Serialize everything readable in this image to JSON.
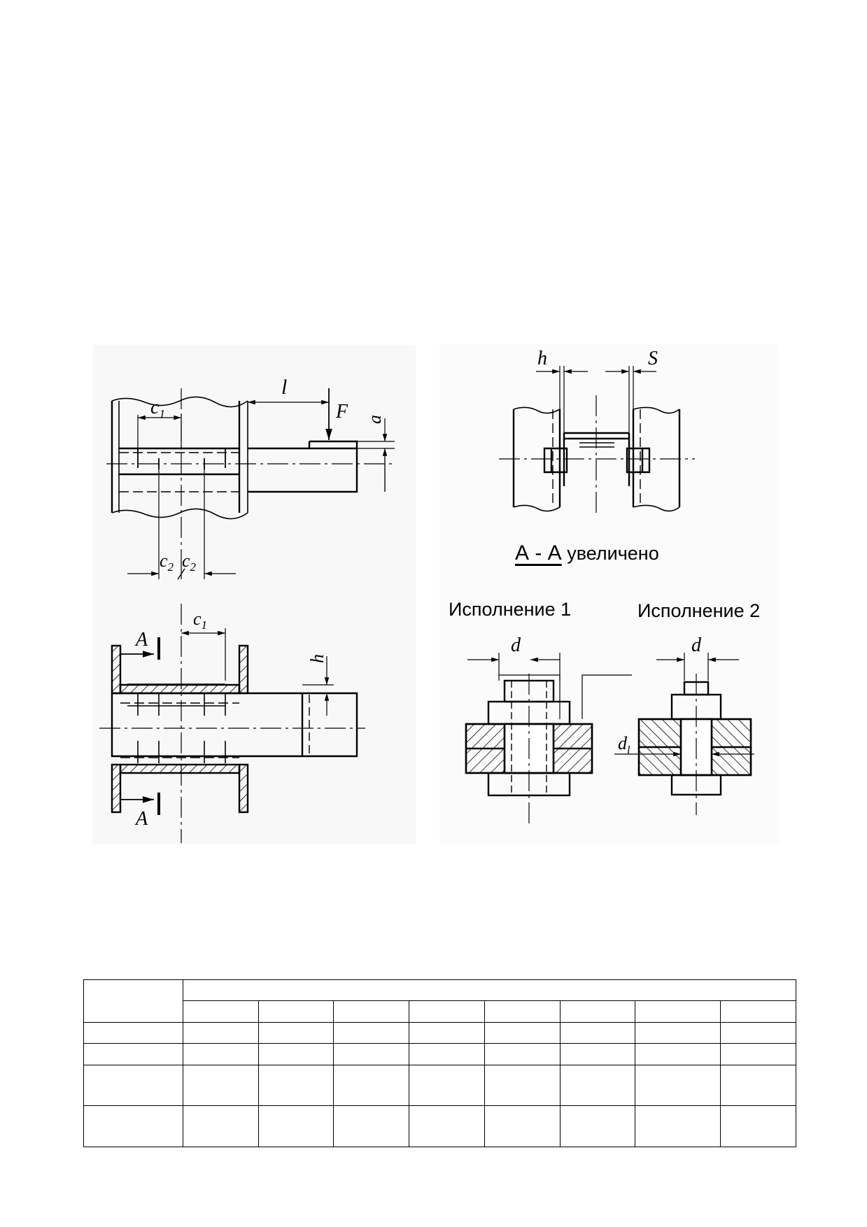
{
  "drawing_labels": {
    "c1": "c",
    "c1_sub": "1",
    "c2": "c",
    "c2_sub": "2",
    "l": "l",
    "F": "F",
    "a": "a",
    "h": "h",
    "S": "S",
    "A": "A",
    "d": "d",
    "d1": "d",
    "d1_sub": "l"
  },
  "section": {
    "letters": "А - А",
    "note": "увеличено"
  },
  "variants": {
    "variant1": "Исполнение 1",
    "variant2": "Исполнение 2"
  },
  "table": {
    "rows": [
      [
        "",
        "",
        "",
        "",
        "",
        "",
        "",
        ""
      ],
      [
        "",
        "",
        "",
        "",
        "",
        "",
        "",
        ""
      ],
      [
        "",
        "",
        "",
        "",
        "",
        "",
        "",
        ""
      ],
      [
        "",
        "",
        "",
        "",
        "",
        "",
        "",
        ""
      ]
    ]
  }
}
